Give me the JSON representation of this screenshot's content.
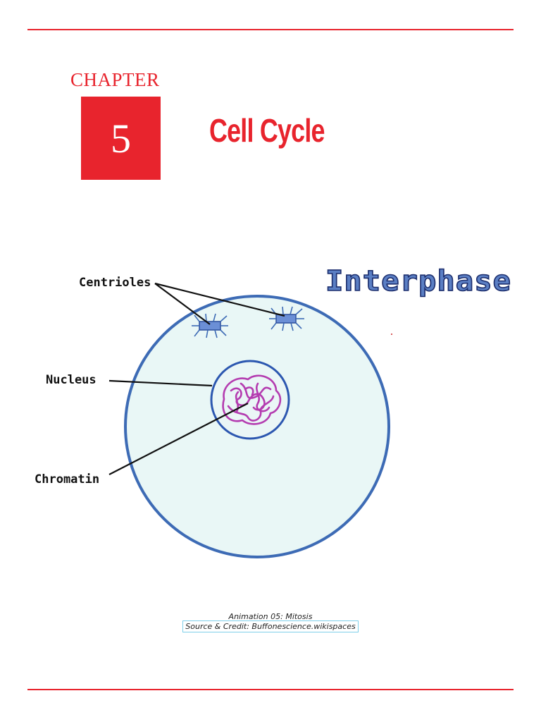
{
  "chapter": {
    "label": "CHAPTER",
    "number": "5",
    "title": "Cell Cycle"
  },
  "figure": {
    "heading": "Interphase",
    "labels": {
      "centrioles": "Centrioles",
      "nucleus": "Nucleus",
      "chromatin": "Chromatin"
    },
    "colors": {
      "cytoplasm": "#e9f7f6",
      "membrane": "#3d6bb5",
      "chromatin": "#b43cb0",
      "heading_fill": "#5b7fc4"
    }
  },
  "caption": {
    "title": "Animation 05: Mitosis",
    "credit": "Source & Credit: Buffonescience.wikispaces"
  },
  "colors": {
    "accent": "#e8242d"
  }
}
